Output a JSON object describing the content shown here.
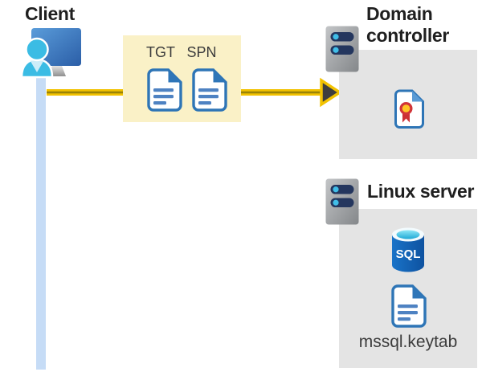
{
  "client": {
    "label": "Client",
    "bar_color": "#C6DCF6"
  },
  "tickets": {
    "tgt_label": "TGT",
    "spn_label": "SPN",
    "box_color": "#FAF1C7"
  },
  "arrow": {
    "color": "#F2C200",
    "stripe_color": "#9A8306",
    "head_color": "#3E3E3E"
  },
  "domain_controller": {
    "label": "Domain controller",
    "box_color": "#E4E4E4"
  },
  "linux_server": {
    "label": "Linux server",
    "sql_label": "SQL",
    "keytab_label": "mssql.keytab",
    "box_color": "#E4E4E4"
  },
  "icon_colors": {
    "document_blue": "#2E75B6",
    "document_fold": "#2F76B8",
    "document_lines": "#4E82C2",
    "certificate_red": "#D13438",
    "certificate_gold": "#FFC425",
    "sql_body_blue": "#1464B4",
    "sql_top_cyan": "#45C6EA",
    "person_cyan": "#3BBCE4",
    "monitor_blue_light": "#5598D8",
    "monitor_blue_dark": "#2B5EA7",
    "server_gray": "#9FA2A5",
    "server_slot_navy": "#24365E",
    "server_led_cyan": "#41BEE8",
    "text_dark": "#1F1F1F",
    "text_gray": "#3C3C3C"
  }
}
